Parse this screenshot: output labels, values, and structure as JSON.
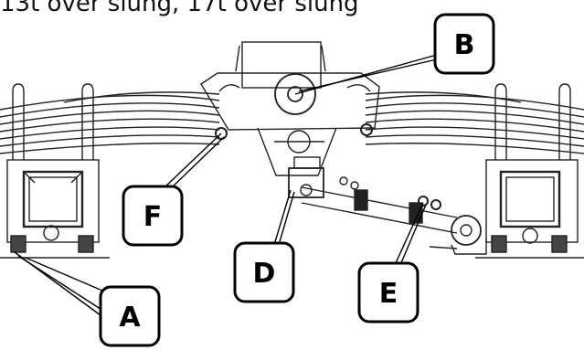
{
  "caption": "13t over slung, 17t over slung",
  "callouts": [
    {
      "id": "A",
      "label": "A"
    },
    {
      "id": "B",
      "label": "B"
    },
    {
      "id": "D",
      "label": "D"
    },
    {
      "id": "E",
      "label": "E"
    },
    {
      "id": "F",
      "label": "F"
    }
  ]
}
